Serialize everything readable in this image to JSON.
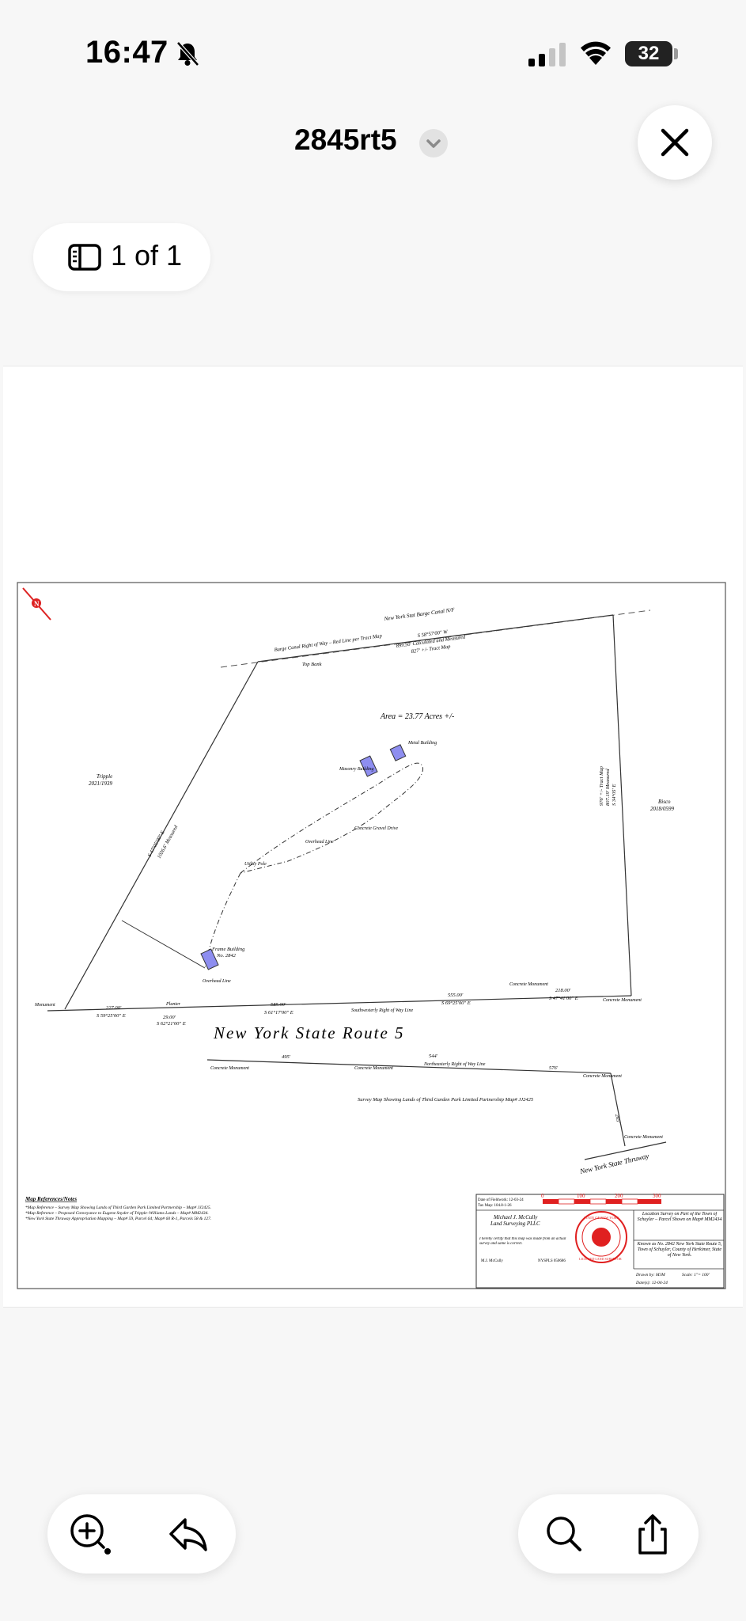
{
  "status_bar": {
    "time": "16:47",
    "battery_level": "32"
  },
  "header": {
    "document_title": "2845rt5"
  },
  "page_indicator": {
    "label": "1 of 1"
  },
  "survey_map": {
    "north_arrow": "N",
    "top_boundary_label": "New York Stat Barge Canal N/F",
    "barge_canal_row": "Barge Canal Right of Way – Red Line per Tract Map",
    "top_bank": "Top Bank",
    "bearing_top": "S 58°57'00\" W",
    "calc_measured": "899.50' Calculated and Measured",
    "tract_map": "827' +/- Tract Map",
    "area": "Area = 23.77 Acres +/-",
    "masonry_building": "Masonry Building",
    "metal_building": "Metal Building",
    "triple_owner": "Tripple",
    "triple_liber": "2021/1939",
    "bisco_owner": "Bisco",
    "bisco_liber": "2018/0599",
    "west_bearing": "S 47°05'00\" E",
    "west_distance": "1026.6' Measured",
    "east_tract": "976' +/- Tract Map",
    "east_measured": "807.19' Measured",
    "east_bearing": "S 34°05' E",
    "overhead_line": "Overhead Line",
    "concrete_gravel_drive": "Concrete Gravel Drive",
    "utility_pole": "Utility Pole",
    "frame_building": "Frame Building",
    "frame_building_no": "No. 2842",
    "planter": "Planter",
    "monument": "Monument",
    "route_label": "New York State Route 5",
    "dist_227": "227.00'",
    "dist_585": "585.00'",
    "dist_555": "555.00'",
    "dist_218": "218.00'",
    "dist_29": "29.00'",
    "bearing_s59": "S 59°25'00\" E",
    "bearing_s62": "S 62°21'00\" E",
    "bearing_s61": "S 61°17'00\" E",
    "bearing_s69": "S 69°25'00\" E",
    "bearing_s47": "S 47°41'00\" E",
    "southwesterly_row": "Southwesterly Right of Way Line",
    "northeasterly_row": "Northeasterly Right of Way Line",
    "concrete_monument": "Concrete Monument",
    "south_dist_a": "495'",
    "south_dist_b": "544'",
    "south_dist_c": "576'",
    "thruway_dist": "265'",
    "survey_map_note": "Survey Map Showing Lands of Third Garden Park Limited Partnership Map# JJ2425",
    "thruway_label": "New York State Thruway",
    "map_refs_title": "Map References/Notes",
    "map_refs_body": "*Map Reference – Survey Map Showing Lands of Third Garden Park Limited Partnership – Map# JJ2425. *Map Reference – Proposed Conveyance to Eugene Snyder of Tripple–Williams Lands – Map# MM2434. *New York State Thruway Appropriation Mapping – Map# 59, Parcel 64; Map# 60 R-1, Parcels 58 & 127.",
    "surveyor_name": "Michael J. McCully",
    "surveyor_company": "Land Surveying PLLC",
    "location_desc": "Location Survey on Part of the Town of Schuyler – Parcel Shown on Map# MM2434",
    "known_as": "Known as No. 2842 New York State Route 5, Town of Schuyler, County of Herkimer, State of New York.",
    "drawn_by": "Drawn by: MJM",
    "scale": "Scale: 1\"= 100'",
    "scale_ticks": [
      "0",
      "100",
      "200",
      "300"
    ],
    "seal_text": "STATE OF NEW YORK",
    "seal_sub": "LICENSED LAND SURVEYOR",
    "license_name": "M.J. McCully",
    "license_no": "NYSPLS 050686",
    "certification": "I hereby certify that this map was made from an actual survey and same is correct.",
    "date": "Date(s): 12-04-24",
    "fieldwork_date": "Date of Fieldwork: 12-03-24",
    "tax_map": "Tax Map: 104.8-1-26"
  },
  "toolbar": {
    "markup_icon": "markup-icon",
    "reply_icon": "reply-icon",
    "search_icon": "search-icon",
    "share_icon": "share-icon"
  }
}
